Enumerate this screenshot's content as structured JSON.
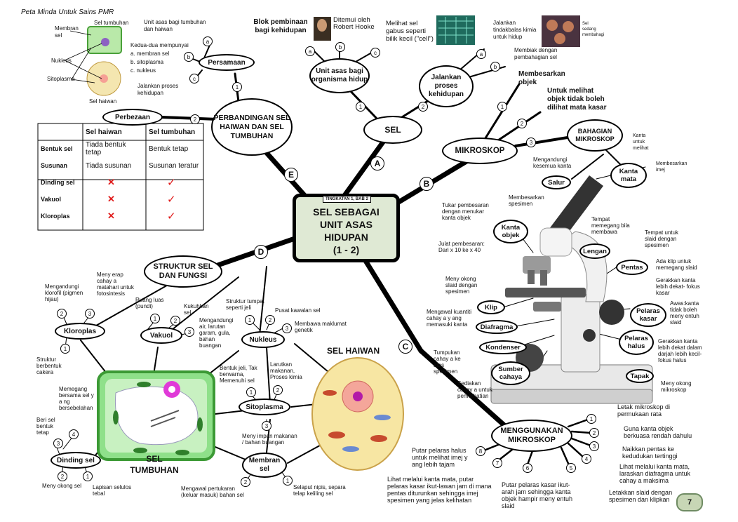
{
  "header": {
    "subtitle": "Peta Minda Untuk Sains PMR",
    "page_number": "7"
  },
  "center": {
    "tag": "TINGKATAN 1, BAB 2",
    "title_lines": [
      "SEL SEBAGAI",
      "UNIT ASAS",
      "HIDUPAN",
      "(1 - 2)"
    ]
  },
  "letters": {
    "a": "A",
    "b": "B",
    "c": "C",
    "d": "D",
    "e": "E"
  },
  "sel": {
    "node": "SEL",
    "unit_node": "Unit asas bagi organisma hidup",
    "unit_a": "Blok pembinaan bagi kehidupan",
    "unit_b": "Ditemui oleh Robert Hooke",
    "unit_c": "Melihat sel gabus seperti bilik kecil (\"cell\")",
    "life_node": "Jalankan proses kehidupan",
    "life_a": "Jalankan tindakbalas kimia untuk hidup",
    "life_b": "Membiak dengan pembahagian sel",
    "cell_photo_label": "Sel sedang membahagi"
  },
  "mikroskop": {
    "node": "MIKROSKOP",
    "b1": "Membesarkan objek",
    "b2": "Untuk melihat objek tidak boleh dilihat mata kasar",
    "parts_node": "BAHAGIAN MIKROSKOP",
    "parts": {
      "kanta_mata": "Kanta mata",
      "kanta_mata_desc1": "Kanta untuk melihat",
      "kanta_mata_desc2": "Membesarkan imej",
      "salur": "Salur",
      "salur_desc": "Mengandungi kesemua kanta",
      "kanta_objek": "Kanta objek",
      "kanta_objek_desc1": "Membesarkan spesimen",
      "kanta_objek_desc2": "Tukar pembesaran dengan menukar kanta objek",
      "kanta_objek_desc3": "Julat pembesaran: Dari x 10 ke x 40",
      "lengan": "Lengan",
      "lengan_desc": "Tempat memegang bila membawa",
      "pentas": "Pentas",
      "pentas_desc1": "Tempat untuk slaid dengan spesimen",
      "pentas_desc2": "Ada klip untuk memegang slaid",
      "klip": "Klip",
      "klip_desc": "Meny okong slaid dengan spesimen",
      "diafragma": "Diafragma",
      "diafragma_desc": "Mengawal kuantiti cahay a y ang memasuki kanta",
      "pelaras_kasar": "Pelaras kasar",
      "pelaras_kasar_desc1": "Gerakkan kanta lebih dekat- fokus kasar",
      "pelaras_kasar_desc2": "Awas:kanta tidak boleh meny entuh slaid",
      "kondenser": "Kondenser",
      "kondenser_desc": "Tumpukan cahay a ke atas spesimen",
      "pelaras_halus": "Pelaras halus",
      "pelaras_halus_desc": "Gerakkan kanta lebih dekat dalam darjah lebih kecil-fokus halus",
      "sumber": "Sumber cahaya",
      "sumber_desc": "Sediakan cahay a untuk pemerhatian",
      "tapak": "Tapak",
      "tapak_desc": "Meny okong mikroskop"
    }
  },
  "menggunakan": {
    "node": "MENGGUNAKAN MIKROSKOP",
    "steps": [
      "Letak mikroskop di permukaan rata",
      "Guna kanta objek berkuasa rendah dahulu",
      "Naikkan pentas ke kedudukan tertinggi",
      "Lihat melalui kanta mata, laraskan diafragma untuk cahay a maksima",
      "Letakkan slaid dengan spesimen dan klipkan",
      "Putar pelaras kasar ikut-arah jam sehingga kanta objek hampir meny entuh slaid",
      "Lihat melalui kanta mata, putar pelaras kasar ikut-lawan jam di mana pentas diturunkan sehingga imej spesimen yang jelas kelihatan",
      "Putar pelaras halus untuk melihat imej y ang lebih tajam"
    ]
  },
  "struktur": {
    "node": "STRUKTUR SEL DAN FUNGSI",
    "kloroplas": "Kloroplas",
    "kloroplas_1": "Struktur berbentuk cakera",
    "kloroplas_2": "Mengandungi klorofil (pigmen hijau)",
    "kloroplas_3": "Meny erap cahay a matahari untuk fotosintesis",
    "vakuol": "Vakuol",
    "vakuol_1": "Ruang luas (pundi)",
    "vakuol_2": "Kukuhkan sel",
    "vakuol_3": "Mengandungi air, larutan garam, gula, bahan buangan",
    "nukleus": "Nukleus",
    "nukleus_1": "Struktur tumpat seperti jeli",
    "nukleus_2": "Pusat kawalan sel",
    "nukleus_3": "Membawa maklumat genetik",
    "sitoplasma": "Sitoplasma",
    "sitoplasma_1": "Bentuk jeli, Tak berwarna, Memenuhi sel",
    "sitoplasma_2": "Larutkan makanan, Proses kimia",
    "sitoplasma_3": "Meny impan makanan / bahan buangan",
    "membran": "Membran sel",
    "membran_1": "Selaput nipis, separa telap keliling sel",
    "membran_2": "Mengawal pertukaran (keluar masuk) bahan sel",
    "dinding": "Dinding sel",
    "dinding_1": "Lapisan selulos tebal",
    "dinding_2": "Meny okong sel",
    "dinding_3": "Beri sel bentuk tetap",
    "dinding_4": "Memegang bersama sel y a ng bersebelahan",
    "label_tumbuhan": "SEL TUMBUHAN",
    "label_haiwan": "SEL HAIWAN"
  },
  "perbandingan": {
    "node": "PERBANDINGAN SEL HAIWAN DAN SEL TUMBUHAN",
    "persamaan": "Persamaan",
    "persamaan_a": "Unit asas bagi tumbuhan dan haiwan",
    "persamaan_b_title": "Kedua-dua mempunyai",
    "persamaan_b_items": [
      "a. membran sel",
      "b. sitoplasma",
      "c. nukleus"
    ],
    "persamaan_c": "Jalankan proses kehidupan",
    "perbezaan": "Perbezaan",
    "diagram_labels": {
      "membran": "Membran sel",
      "tumbuhan": "Sel tumbuhan",
      "nukleus": "Nukleus",
      "sitoplasma": "Sitoplasma",
      "haiwan": "Sel haiwan"
    },
    "table": {
      "headers": [
        "",
        "Sel haiwan",
        "Sel tumbuhan"
      ],
      "rows": [
        [
          "Bentuk sel",
          "Tiada bentuk tetap",
          "Bentuk tetap"
        ],
        [
          "Susunan",
          "Tiada susunan",
          "Susunan teratur"
        ],
        [
          "Dinding sel",
          "✕",
          "✓"
        ],
        [
          "Vakuol",
          "✕",
          "✓"
        ],
        [
          "Kloroplas",
          "✕",
          "✓"
        ]
      ]
    }
  }
}
